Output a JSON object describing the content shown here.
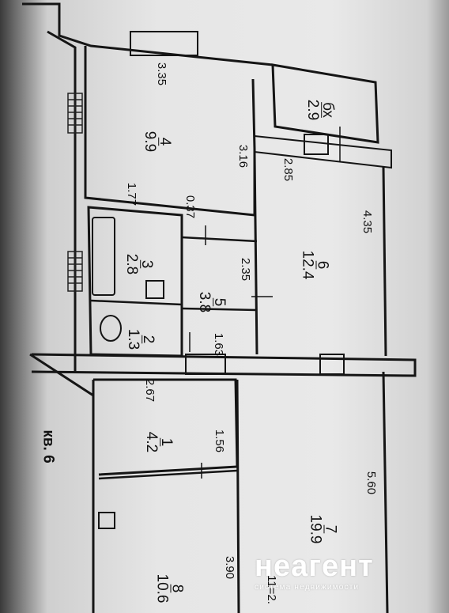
{
  "plan": {
    "apartment_label": "кв. 6",
    "rooms": [
      {
        "number": "1",
        "area": "4.2"
      },
      {
        "number": "2",
        "area": "1.3"
      },
      {
        "number": "3",
        "area": "2.8"
      },
      {
        "number": "4",
        "area": "9.9"
      },
      {
        "number": "5",
        "area": "3.8"
      },
      {
        "number": "6",
        "area": "12.4"
      },
      {
        "number": "7",
        "area": "19.9"
      },
      {
        "number": "8",
        "area": "10.6"
      },
      {
        "number": "бх",
        "area": "2.9"
      }
    ],
    "dimensions": [
      "3.35",
      "3.16",
      "1.77",
      "0.37",
      "2.85",
      "4.35",
      "2.35",
      "1.63",
      "2.67",
      "1.56",
      "5.60",
      "3.90"
    ],
    "partial_label": "11=2."
  },
  "watermark": {
    "logo": "неагент",
    "subtitle": "система недвижимости"
  }
}
